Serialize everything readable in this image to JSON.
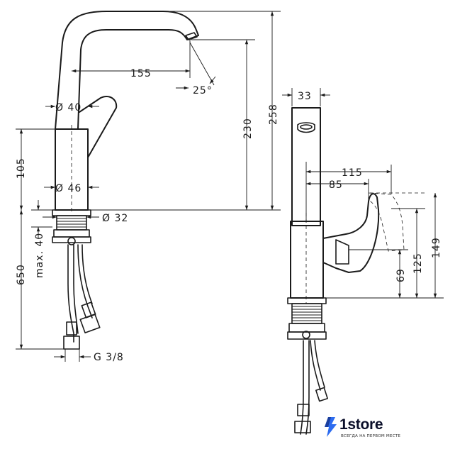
{
  "front_view": {
    "dim_spout_reach": "155",
    "dim_spout_angle": "25°",
    "dim_spout_diameter": "Ø 40",
    "dim_body_height": "105",
    "dim_body_diameter": "Ø 46",
    "dim_mount_diameter": "Ø 32",
    "dim_max_thickness": "max. 40",
    "dim_hose_length": "650",
    "dim_thread": "G 3/8",
    "dim_outlet_height": "230",
    "dim_total_height": "258"
  },
  "side_view": {
    "dim_spout_width": "33",
    "dim_lever_reach_outer": "115",
    "dim_lever_reach_inner": "85",
    "dim_lever_height_max": "149",
    "dim_lever_height_mid": "125",
    "dim_lever_height_min": "69"
  },
  "brand": {
    "name": "1store",
    "tagline": "ВСЕГДА НА ПЕРВОМ МЕСТЕ",
    "accent_color": "#2d6cf0"
  }
}
